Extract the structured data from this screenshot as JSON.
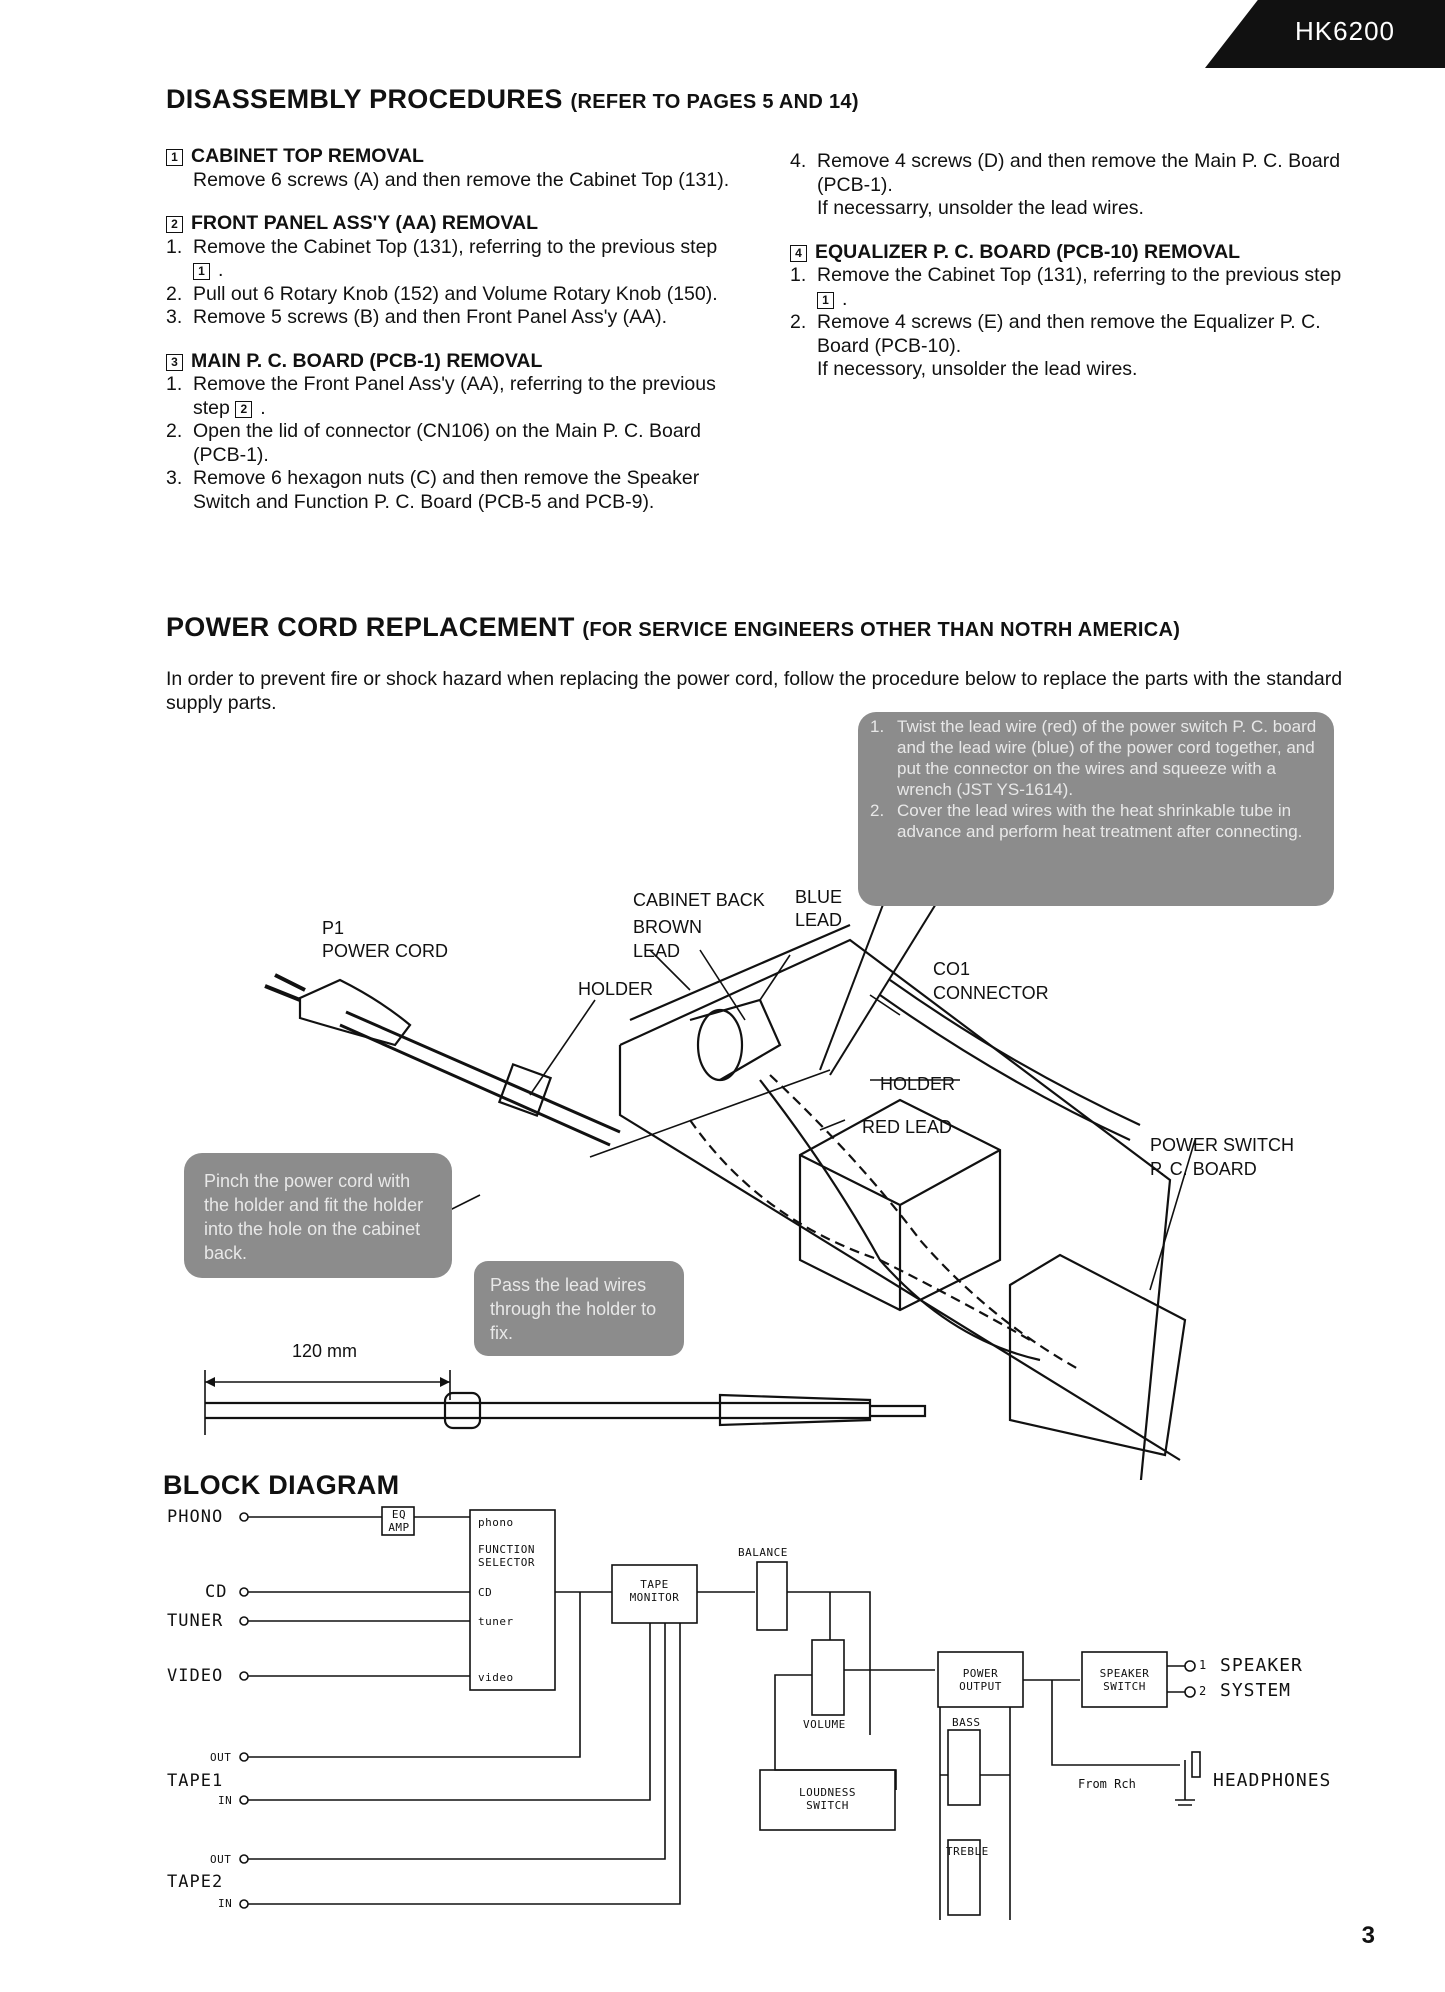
{
  "model": "HK6200",
  "disassembly": {
    "title": "DISASSEMBLY PROCEDURES",
    "ref": "(REFER TO PAGES 5 AND 14)",
    "s1_num": "1",
    "s1_title": "CABINET TOP REMOVAL",
    "s1_text": "Remove 6 screws (A) and then remove the Cabinet Top (131).",
    "s2_num": "2",
    "s2_title": "FRONT PANEL ASS'Y (AA) REMOVAL",
    "s2_i1_a": "Remove the Cabinet Top (131), referring to the previous step",
    "s2_i1_box": "1",
    "s2_i2": "Pull out 6 Rotary Knob (152) and Volume Rotary Knob (150).",
    "s2_i3": "Remove 5 screws (B) and then Front Panel Ass'y (AA).",
    "s3_num": "3",
    "s3_title": "MAIN P. C. BOARD (PCB-1) REMOVAL",
    "s3_i1_a": "Remove the Front Panel Ass'y (AA), referring to the previous step",
    "s3_i1_box": "2",
    "s3_i2": "Open the lid of connector (CN106) on the Main P. C. Board (PCB-1).",
    "s3_i3": "Remove 6 hexagon nuts (C) and then remove the Speaker Switch and Function P. C. Board (PCB-5 and PCB-9).",
    "s3_i4_a": "Remove 4 screws (D) and then remove the Main P. C. Board (PCB-1).",
    "s3_i4_b": "If necessarry, unsolder the lead wires.",
    "s4_num": "4",
    "s4_title": "EQUALIZER P. C. BOARD (PCB-10) REMOVAL",
    "s4_i1_a": "Remove the Cabinet Top (131), referring to the previous step",
    "s4_i1_box": "1",
    "s4_i2_a": "Remove 4 screws (E) and then remove the Equalizer P. C. Board (PCB-10).",
    "s4_i2_b": "If necessory, unsolder the lead wires."
  },
  "power_cord": {
    "title": "POWER CORD REPLACEMENT",
    "sub": "(FOR SERVICE ENGINEERS OTHER THAN NOTRH AMERICA)",
    "intro": "In order to prevent fire or shock hazard when replacing the power cord, follow the procedure below to replace the parts with the standard supply parts.",
    "note1": "Twist the lead wire (red) of the power switch P. C. board and the lead wire (blue) of the power cord together, and put the connector on the wires and squeeze with a wrench (JST YS-1614).",
    "note2": "Cover the lead wires with the heat shrinkable tube in advance and perform heat treatment after connecting.",
    "note_pinch": "Pinch the power cord with the holder and fit the holder into the hole on the cabinet back.",
    "note_pass": "Pass the lead wires through the holder to fix.",
    "labels": {
      "p1": "P1",
      "power_cord": "POWER CORD",
      "cabinet_back": "CABINET BACK",
      "brown": "BROWN",
      "lead": "LEAD",
      "blue": "BLUE",
      "holder": "HOLDER",
      "co1": "CO1",
      "connector": "CONNECTOR",
      "red_lead": "RED LEAD",
      "power_switch": "POWER SWITCH",
      "pcb": "P. C. BOARD",
      "length": "120 mm"
    }
  },
  "block_diagram": {
    "title": "BLOCK DIAGRAM",
    "inputs": {
      "phono": "PHONO",
      "cd": "CD",
      "tuner": "TUNER",
      "video": "VIDEO",
      "out": "OUT",
      "in": "IN",
      "tape1": "TAPE1",
      "tape2": "TAPE2"
    },
    "blocks": {
      "eq_amp_1": "EQ",
      "eq_amp_2": "AMP",
      "fs_phono": "phono",
      "fs_title_1": "FUNCTION",
      "fs_title_2": "SELECTOR",
      "fs_cd": "CD",
      "fs_tuner": "tuner",
      "fs_video": "video",
      "tape_monitor_1": "TAPE",
      "tape_monitor_2": "MONITOR",
      "balance": "BALANCE",
      "volume": "VOLUME",
      "loudness_1": "LOUDNESS",
      "loudness_2": "SWITCH",
      "power_out_1": "POWER",
      "power_out_2": "OUTPUT",
      "bass": "BASS",
      "treble": "TREBLE",
      "spk_switch_1": "SPEAKER",
      "spk_switch_2": "SWITCH"
    },
    "outputs": {
      "o1": "1",
      "o2": "2",
      "speaker": "SPEAKER",
      "system": "SYSTEM",
      "from_rch": "From Rch",
      "headphones": "HEADPHONES"
    }
  },
  "page_number": "3"
}
